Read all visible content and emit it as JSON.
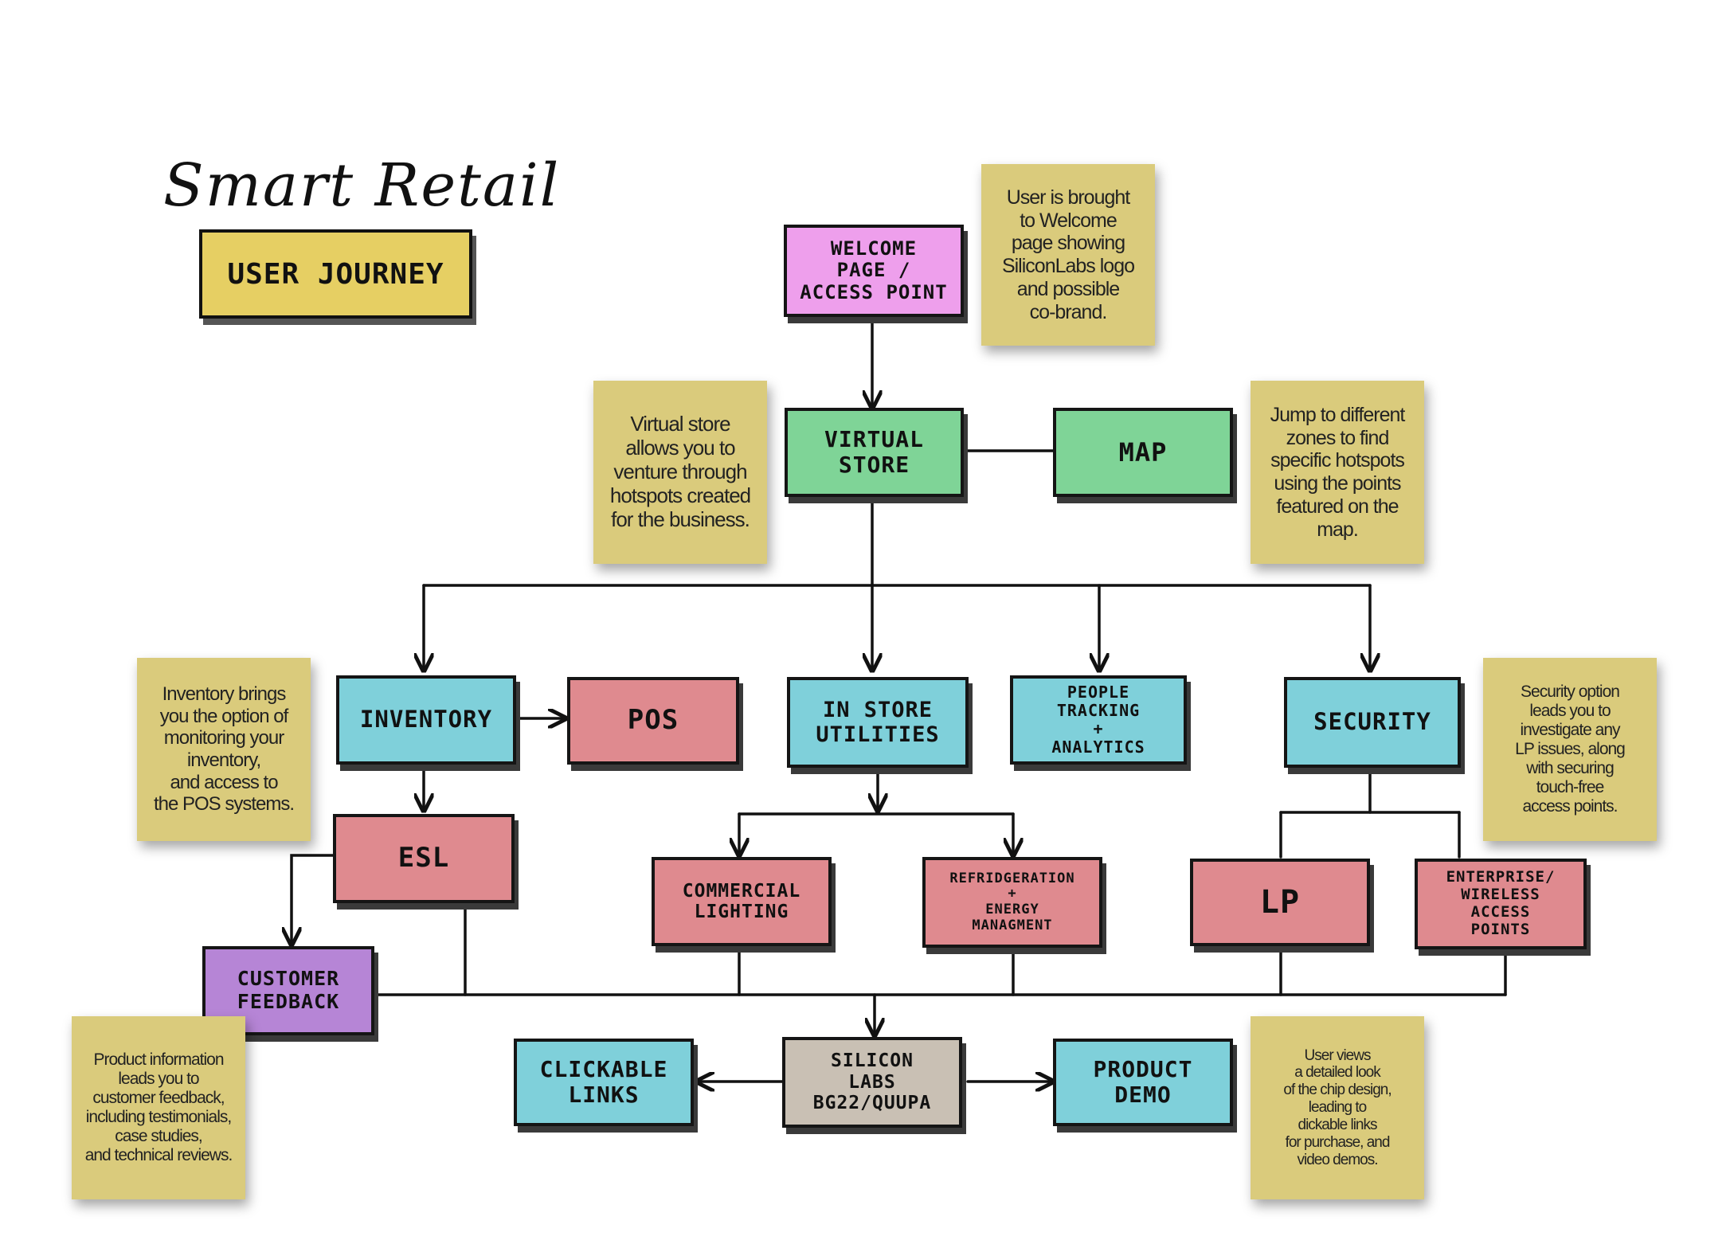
{
  "header": {
    "title": "Smart Retail",
    "subtitle": "USER JOURNEY"
  },
  "nodes": {
    "welcome": "WELCOME\nPAGE /\nACCESS POINT",
    "virtual_store": "VIRTUAL\nSTORE",
    "map": "MAP",
    "inventory": "INVENTORY",
    "pos": "POS",
    "in_store_utilities": "IN STORE\nUTILITIES",
    "people_tracking": "PEOPLE\nTRACKING\n+\nANALYTICS",
    "security": "SECURITY",
    "esl": "ESL",
    "commercial_lighting": "COMMERCIAL\nLIGHTING",
    "refridgeration": "REFRIDGERATION\n+\nENERGY\nMANAGMENT",
    "lp": "LP",
    "enterprise": "ENTERPRISE/\nWIRELESS\nACCESS\nPOINTS",
    "customer_feedback": "CUSTOMER\nFEEDBACK",
    "clickable_links": "CLICKABLE\nLINKS",
    "silicon_labs": "SILICON\nLABS\nBG22/QUUPA",
    "product_demo": "PRODUCT\nDEMO"
  },
  "notes": {
    "welcome": "User is brought\nto Welcome\npage showing\nSiliconLabs logo\nand possible\nco-brand.",
    "virtual_store": "Virtual store\nallows you to\nventure through\nhotspots created\nfor the business.",
    "map": "Jump to different\nzones to find\nspecific hotspots\nusing the points\nfeatured on the\nmap.",
    "inventory": "Inventory brings\nyou the option of\nmonitoring your\ninventory,\nand access to\nthe POS systems.",
    "security": "Security option\nleads you to\ninvestigate any\nLP issues, along\nwith securing\ntouch-free\naccess points.",
    "product_info": "Product information\nleads you to\ncustomer feedback,\nincluding testimonials,\ncase studies,\nand technical reviews.",
    "user_views": "User views\na detailed look\nof the chip design,\nleading to\ndickable links\nfor purchase, and\nvideo demos."
  },
  "colors": {
    "pink": "#ee9fec",
    "green": "#7fd497",
    "cyan": "#7fd0da",
    "red": "#df8a8f",
    "purple": "#b685d6",
    "gray": "#c9c0b4",
    "yellow": "#e6cf63",
    "note": "#dacb7c"
  }
}
